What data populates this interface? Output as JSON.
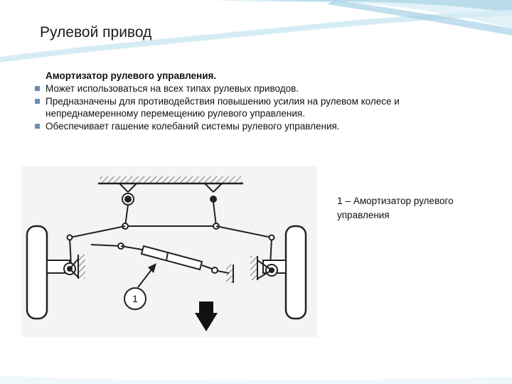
{
  "slide": {
    "title": "Рулевой привод"
  },
  "content": {
    "heading": "Амортизатор рулевого управления.",
    "bullets": [
      "Может использоваться на всех типах рулевых приводов.",
      "Предназначены для противодействия повышению усилия на рулевом колесе и непреднамеренному перемещению рулевого управления.",
      "Обеспечивает гашение колебаний системы рулевого управления."
    ]
  },
  "figure": {
    "callout_number": "1"
  },
  "caption": {
    "number": "1",
    "text": "– Амортизатор рулевого управления"
  },
  "colors": {
    "bullet": "#6a8fb3",
    "wave_light": "#cfe8f3",
    "wave_mid": "#8fc3df"
  }
}
